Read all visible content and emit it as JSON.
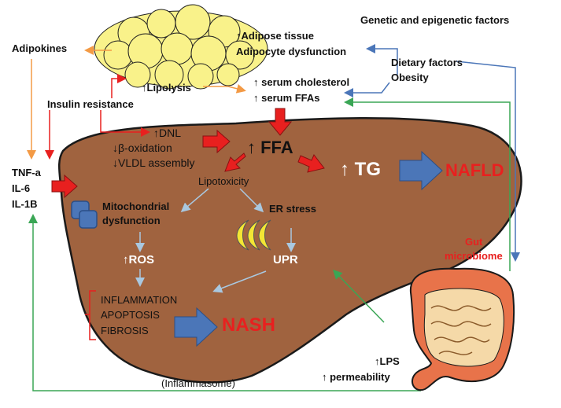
{
  "labels": {
    "genetic": "Genetic and epigenetic factors",
    "adipose": "↑Adipose tissue",
    "adipocyte": "Adipocyte dysfunction",
    "adipokines": "Adipokines",
    "dietary": "Dietary factors",
    "obesity": "Obesity",
    "lipolysis": "↑Lipolysis",
    "serum_chol": "↑ serum cholesterol",
    "serum_ffa": "↑ serum FFAs",
    "insulin": "Insulin resistance",
    "dnl": "↑DNL",
    "beta_ox": "↓β-oxidation",
    "vldl": "↓VLDL assembly",
    "ffa": "↑ FFA",
    "tg": "↑ TG",
    "nafld": "NAFLD",
    "lipotoxicity": "Lipotoxicity",
    "tnf": "TNF-a",
    "il6": "IL-6",
    "il1b": "IL-1B",
    "mito1": "Mitochondrial",
    "mito2": "dysfunction",
    "er_stress": "ER stress",
    "ros": "↑ROS",
    "upr": "UPR",
    "gut1": "Gut",
    "gut2": "microbiome",
    "inflammation": "INFLAMMATION",
    "apoptosis": "APOPTOSIS",
    "fibrosis": "FIBROSIS",
    "nash": "NASH",
    "lps": "↑LPS",
    "permeability": "↑ permeability",
    "inflammasome": "(Inflammasome)"
  },
  "colors": {
    "liver": "#a0633f",
    "adipose": "#f9f28a",
    "red_arrow": "#e8201f",
    "blue_arrow": "#4b76b8",
    "orange_arrow": "#f39a45",
    "green_arrow": "#3aa655",
    "light_blue_arrow": "#a9c8e0",
    "intestine": "#e8734a",
    "small_intestine": "#f5d9a8",
    "er_yellow": "#f3e634"
  },
  "icons": [
    "adipocyte-cluster",
    "mitochondria-icon",
    "endoplasmic-reticulum-icon",
    "intestine-icon"
  ]
}
